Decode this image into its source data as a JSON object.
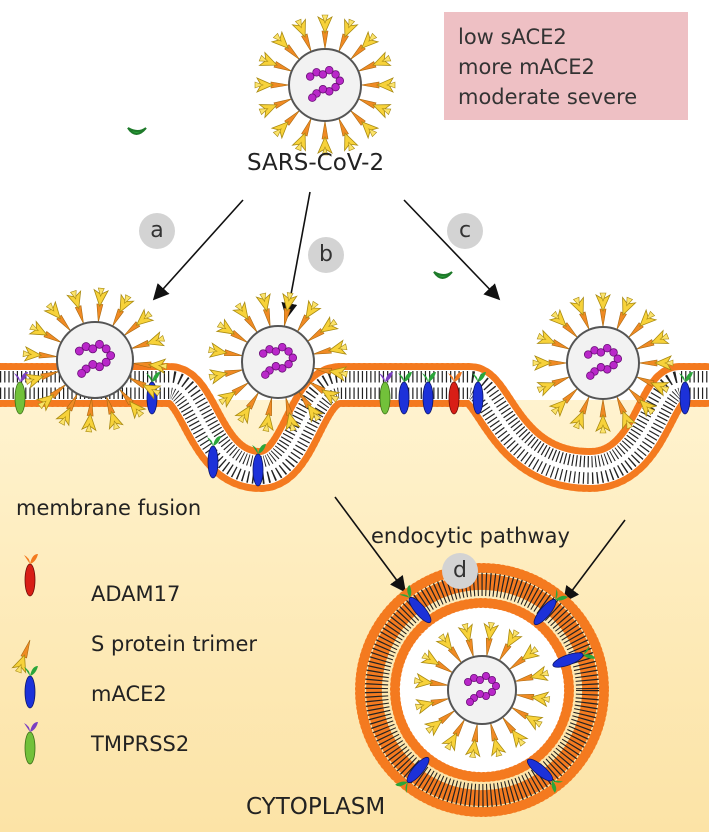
{
  "virus_label": "SARS-CoV-2",
  "condition_box": {
    "lines": [
      "low sACE2",
      "more mACE2",
      "moderate severe"
    ]
  },
  "steps": {
    "a": "a",
    "b": "b",
    "c": "c",
    "d": "d"
  },
  "pathways": {
    "membrane_fusion": "membrane fusion",
    "endocytic_pathway": "endocytic pathway"
  },
  "region_label": "CYTOPLASM",
  "legend": [
    {
      "label": "ADAM17",
      "color": "#d81e16"
    },
    {
      "label": "S protein trimer",
      "color": "#f4c81f"
    },
    {
      "label": "mACE2",
      "color": "#1c31d9"
    },
    {
      "label": "TMPRSS2",
      "color": "#72c13a"
    }
  ],
  "colors": {
    "membrane_head": "#f47a1f",
    "cytoplasm": "#fde9b5",
    "rna": "#b928c9",
    "note_box": "#eec0c4"
  }
}
